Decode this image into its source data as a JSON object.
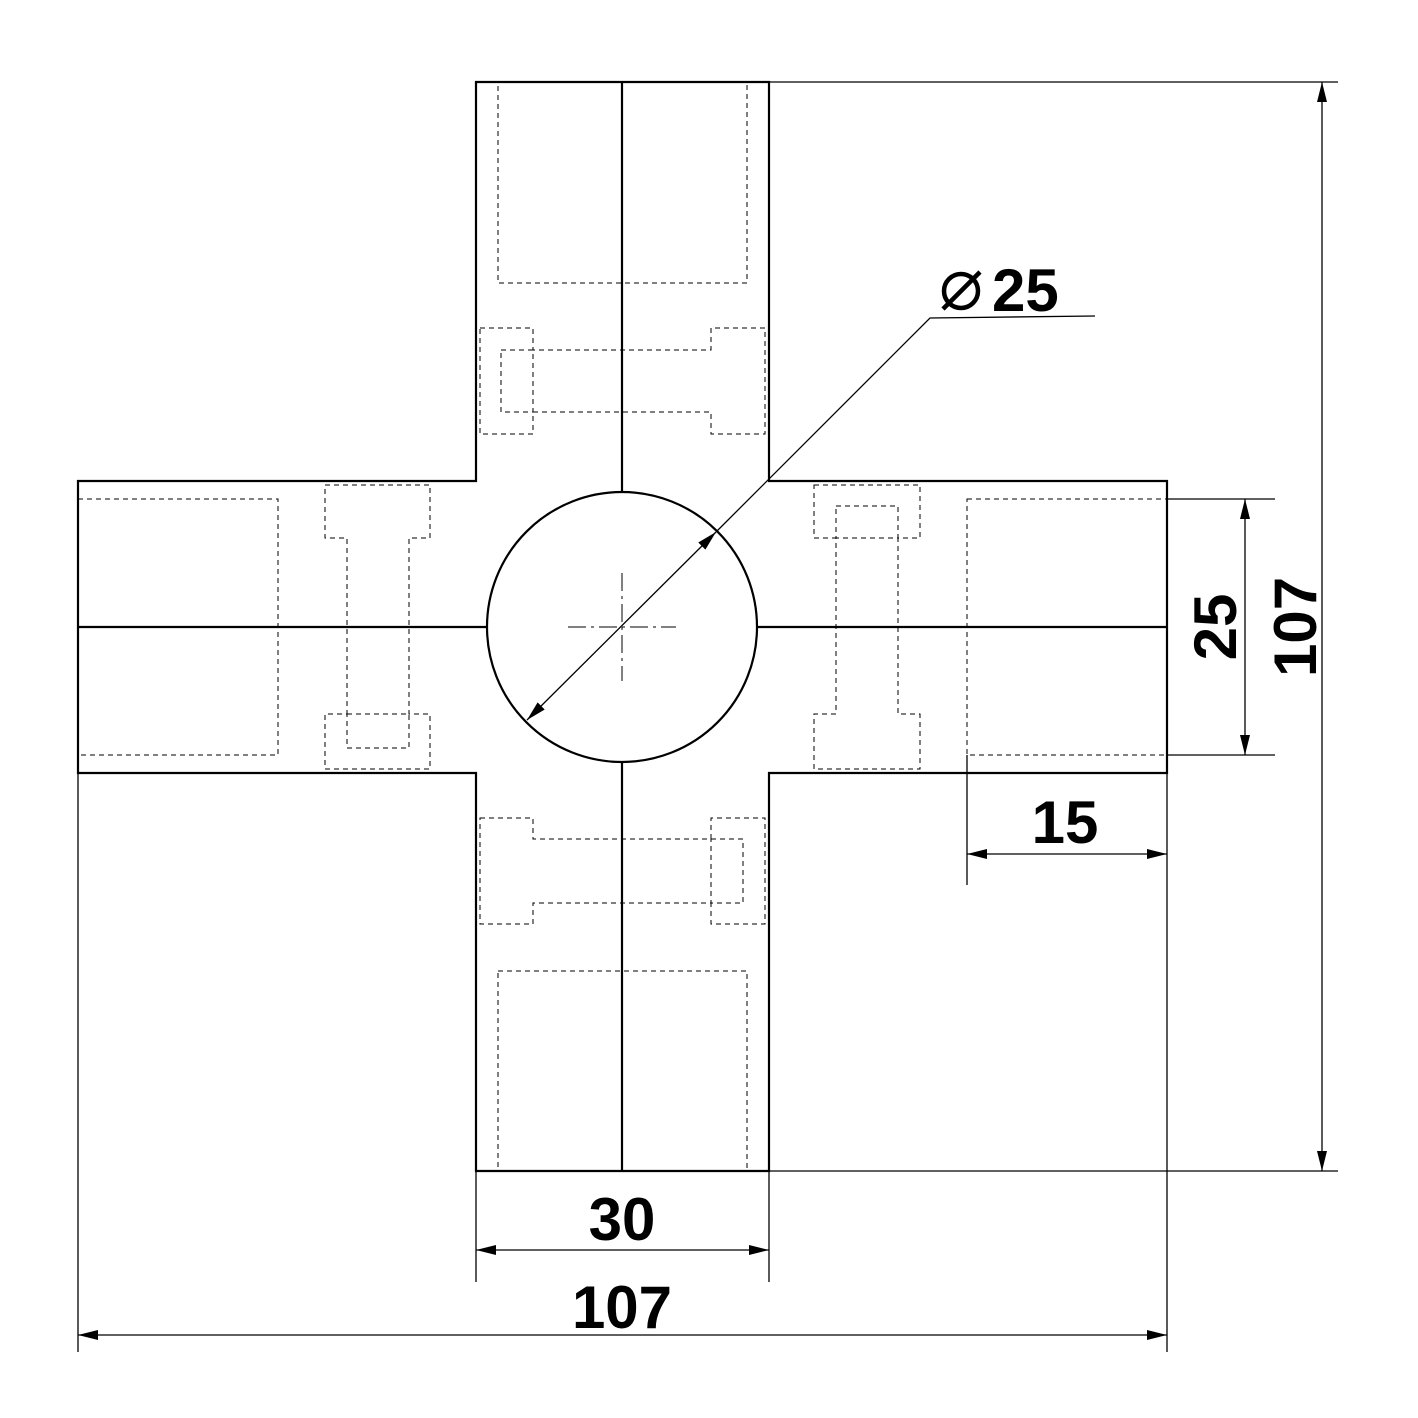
{
  "part": {
    "outline_color": "#000000",
    "background_color": "#ffffff"
  },
  "dimensions": {
    "diameter": {
      "symbol": "⌀",
      "value": "25"
    },
    "overall_width": "107",
    "overall_height": "107",
    "arm_width": "30",
    "socket_height": "25",
    "socket_depth": "15"
  }
}
